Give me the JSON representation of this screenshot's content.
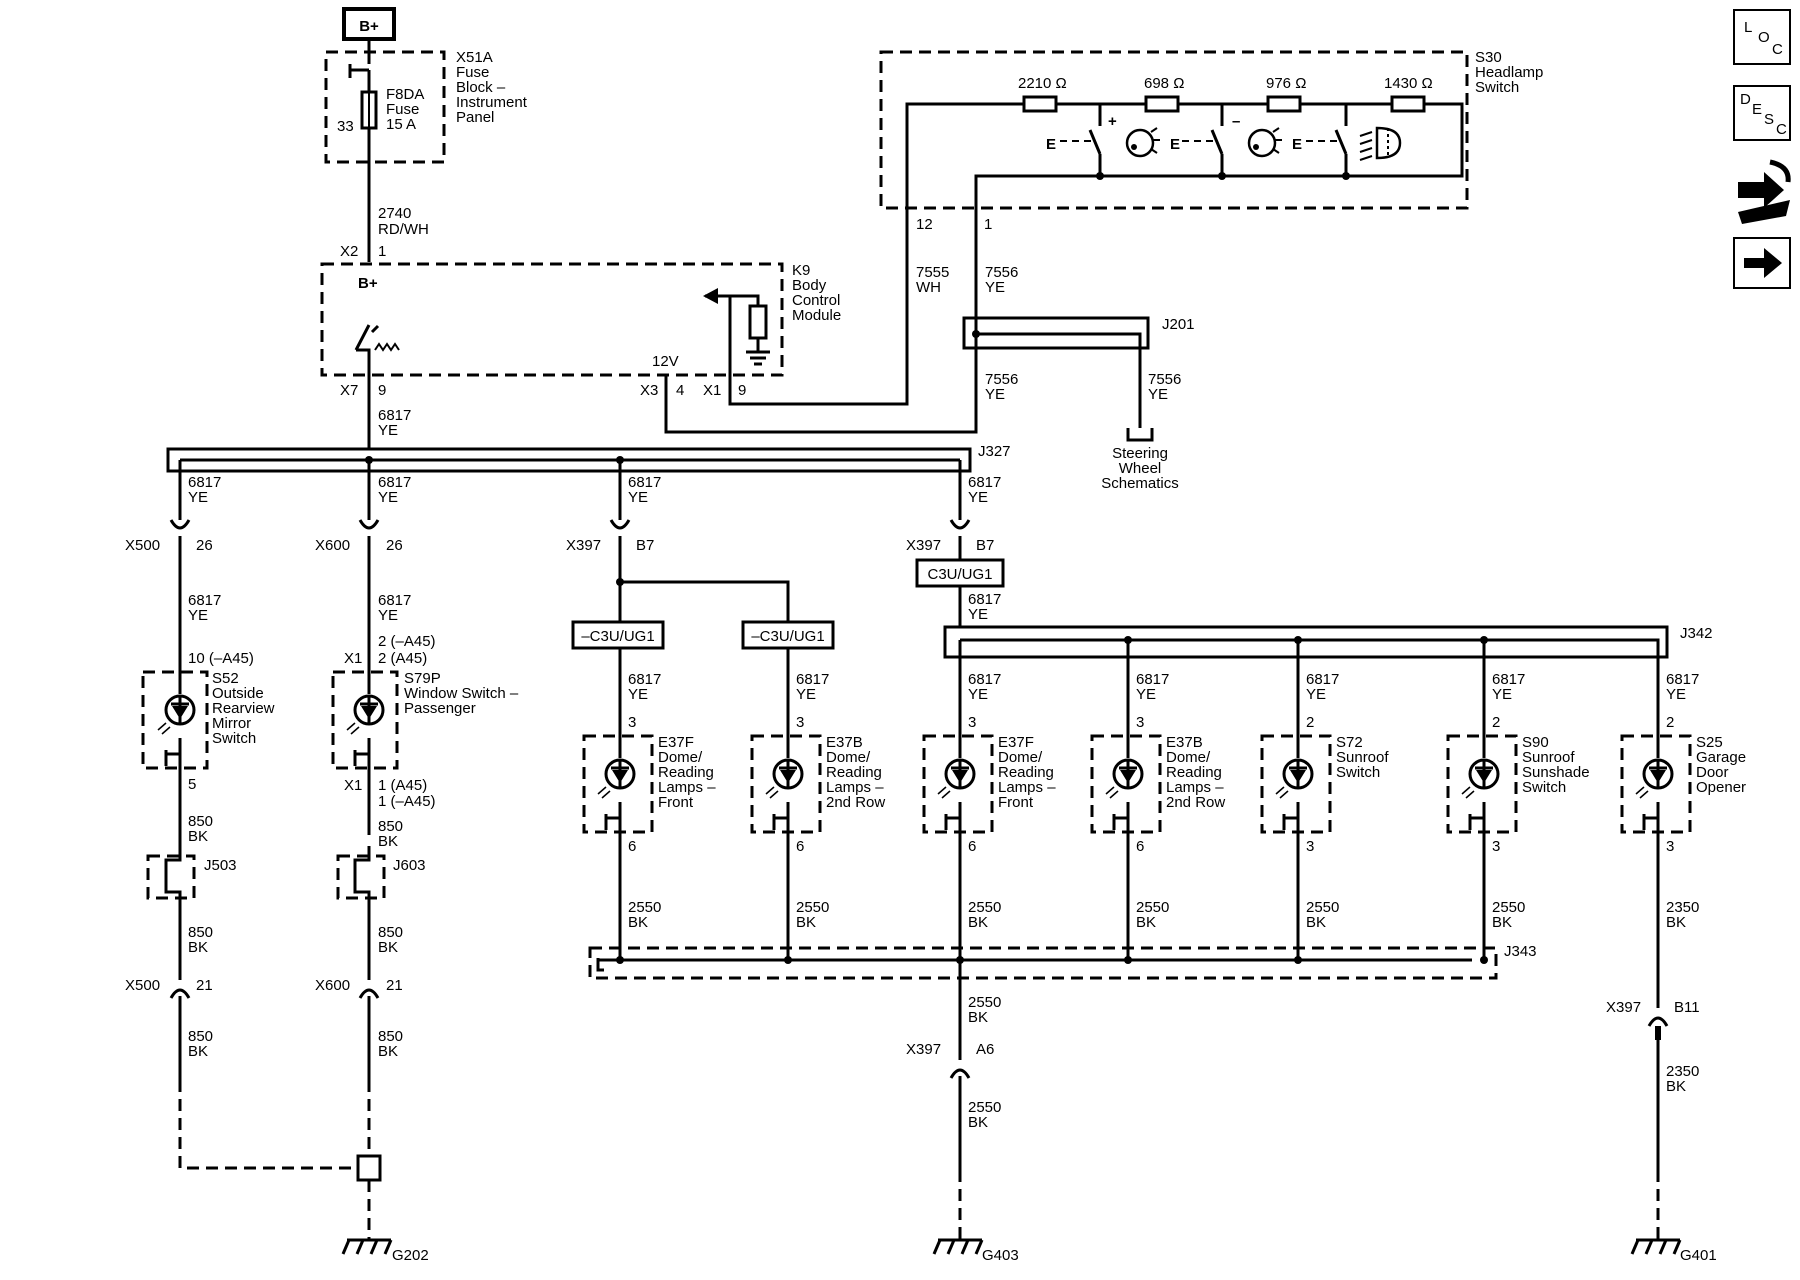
{
  "supply": {
    "label": "B+"
  },
  "fuse_block": {
    "id": "X51A",
    "name_lines": [
      "Fuse",
      "Block –",
      "Instrument",
      "Panel"
    ],
    "pin": "33",
    "fuse_lines": [
      "F8DA",
      "Fuse",
      "15 A"
    ]
  },
  "feed_wire": {
    "circuit": "2740",
    "color": "RD/WH",
    "connector": "X2",
    "pin": "1"
  },
  "bcm": {
    "id": "K9",
    "name_lines": [
      "Body",
      "Control",
      "Module"
    ],
    "bplus": "B+",
    "v12": "12V",
    "x7": "X7",
    "x7_pin": "9",
    "x3": "X3",
    "x3_pin": "4",
    "x1": "X1",
    "x1_pin": "9"
  },
  "headlamp_switch": {
    "id": "S30",
    "name_lines": [
      "Headlamp",
      "Switch"
    ],
    "resistors": [
      "2210 Ω",
      "698 Ω",
      "976 Ω",
      "1430 Ω"
    ],
    "pin_12": "12",
    "pin_1": "1",
    "plus": "+",
    "minus": "–",
    "e": "E"
  },
  "wires_top": {
    "w7555": {
      "circuit": "7555",
      "color": "WH"
    },
    "w7556a": {
      "circuit": "7556",
      "color": "YE"
    },
    "w7556b": {
      "circuit": "7556",
      "color": "YE"
    },
    "w7556c": {
      "circuit": "7556",
      "color": "YE"
    },
    "w6817": {
      "circuit": "6817",
      "color": "YE"
    }
  },
  "splices": {
    "j201": "J201",
    "j327": "J327",
    "j342": "J342",
    "j343": "J343",
    "j503": "J503",
    "j603": "J603"
  },
  "steering": {
    "lines": [
      "Steering",
      "Wheel",
      "Schematics"
    ]
  },
  "branch_mirror": {
    "c1": "X500",
    "c1_pin": "26",
    "w1": [
      "6817",
      "YE"
    ],
    "w2": [
      "6817",
      "YE"
    ],
    "pin_in": "10 (–A45)",
    "id": "S52",
    "name_lines": [
      "Outside",
      "Rearview",
      "Mirror",
      "Switch"
    ],
    "pin_out": "5",
    "w3": [
      "850",
      "BK"
    ],
    "w4": [
      "850",
      "BK"
    ],
    "c2": "X500",
    "c2_pin": "21",
    "w5": [
      "850",
      "BK"
    ]
  },
  "branch_window": {
    "c1": "X600",
    "c1_pin": "26",
    "w1": [
      "6817",
      "YE"
    ],
    "w2": [
      "6817",
      "YE"
    ],
    "x1": "X1",
    "pin_in_a": "2 (–A45)",
    "pin_in_b": "2 (A45)",
    "id": "S79P",
    "name_lines": [
      "Window Switch –",
      "Passenger"
    ],
    "x1b": "X1",
    "pin_out_a": "1 (A45)",
    "pin_out_b": "1 (–A45)",
    "w3": [
      "850",
      "BK"
    ],
    "w4": [
      "850",
      "BK"
    ],
    "c2": "X600",
    "c2_pin": "21",
    "w5": [
      "850",
      "BK"
    ],
    "ground": "G202"
  },
  "branch_dome_a": {
    "c1": "X397",
    "c1_pin": "B7",
    "w1": [
      "6817",
      "YE"
    ],
    "opt": "–C3U/UG1"
  },
  "branch_dome_b": {
    "c1": "X397",
    "c1_pin": "B7",
    "w1": [
      "6817",
      "YE"
    ],
    "opt": "C3U/UG1",
    "w2": [
      "6817",
      "YE"
    ]
  },
  "lamps": [
    {
      "key": "e37f-a",
      "id": "E37F",
      "name_lines": [
        "Dome/",
        "Reading",
        "Lamps –",
        "Front"
      ],
      "pin_in": "3",
      "pin_out": "6",
      "w_in": [
        "6817",
        "YE"
      ],
      "w_out": [
        "2550",
        "BK"
      ]
    },
    {
      "key": "e37b-a",
      "id": "E37B",
      "name_lines": [
        "Dome/",
        "Reading",
        "Lamps –",
        "2nd Row"
      ],
      "pin_in": "3",
      "pin_out": "6",
      "w_in": [
        "6817",
        "YE"
      ],
      "w_out": [
        "2550",
        "BK"
      ]
    },
    {
      "key": "e37f-b",
      "id": "E37F",
      "name_lines": [
        "Dome/",
        "Reading",
        "Lamps –",
        "Front"
      ],
      "pin_in": "3",
      "pin_out": "6",
      "w_in": [
        "6817",
        "YE"
      ],
      "w_out": [
        "2550",
        "BK"
      ]
    },
    {
      "key": "e37b-b",
      "id": "E37B",
      "name_lines": [
        "Dome/",
        "Reading",
        "Lamps –",
        "2nd Row"
      ],
      "pin_in": "3",
      "pin_out": "6",
      "w_in": [
        "6817",
        "YE"
      ],
      "w_out": [
        "2550",
        "BK"
      ]
    },
    {
      "key": "s72",
      "id": "S72",
      "name_lines": [
        "Sunroof",
        "Switch"
      ],
      "pin_in": "2",
      "pin_out": "3",
      "w_in": [
        "6817",
        "YE"
      ],
      "w_out": [
        "2550",
        "BK"
      ]
    },
    {
      "key": "s90",
      "id": "S90",
      "name_lines": [
        "Sunroof",
        "Sunshade",
        "Switch"
      ],
      "pin_in": "2",
      "pin_out": "3",
      "w_in": [
        "6817",
        "YE"
      ],
      "w_out": [
        "2550",
        "BK"
      ]
    },
    {
      "key": "s25",
      "id": "S25",
      "name_lines": [
        "Garage",
        "Door",
        "Opener"
      ],
      "pin_in": "2",
      "pin_out": "3",
      "w_in": [
        "6817",
        "YE"
      ],
      "w_out": [
        "2350",
        "BK"
      ]
    }
  ],
  "ground_mid": {
    "w1": [
      "2550",
      "BK"
    ],
    "c": "X397",
    "c_pin": "A6",
    "w2": [
      "2550",
      "BK"
    ],
    "ground": "G403"
  },
  "ground_right": {
    "c": "X397",
    "c_pin": "B11",
    "w2": [
      "2350",
      "BK"
    ],
    "ground": "G401"
  },
  "nav": {
    "loc": [
      "L",
      "O",
      "C"
    ],
    "desc": [
      "D",
      "E",
      "S",
      "C"
    ]
  }
}
